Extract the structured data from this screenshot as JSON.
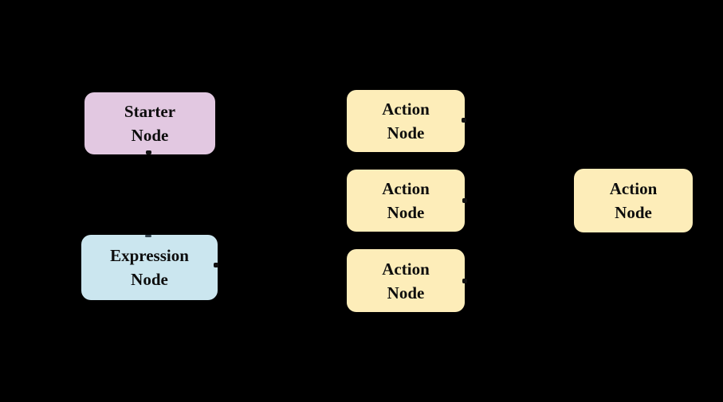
{
  "diagram": {
    "background_color": "#000000",
    "text_color": "#0d0d0d",
    "colors": {
      "starter_fill": "#e2c8e1",
      "expression_fill": "#cbe6ef",
      "action_fill": "#fdedb9"
    },
    "nodes": [
      {
        "id": "starter-node",
        "line1": "Starter",
        "line2": "Node",
        "fill": "#e2c8e1"
      },
      {
        "id": "action-node-top",
        "line1": "Action",
        "line2": "Node",
        "fill": "#fdedb9"
      },
      {
        "id": "action-node-middle",
        "line1": "Action",
        "line2": "Node",
        "fill": "#fdedb9"
      },
      {
        "id": "action-node-bottom",
        "line1": "Action",
        "line2": "Node",
        "fill": "#fdedb9"
      },
      {
        "id": "expression-node",
        "line1": "Expression",
        "line2": "Node",
        "fill": "#cbe6ef"
      },
      {
        "id": "action-node-right",
        "line1": "Action",
        "line2": "Node",
        "fill": "#fdedb9"
      }
    ]
  }
}
